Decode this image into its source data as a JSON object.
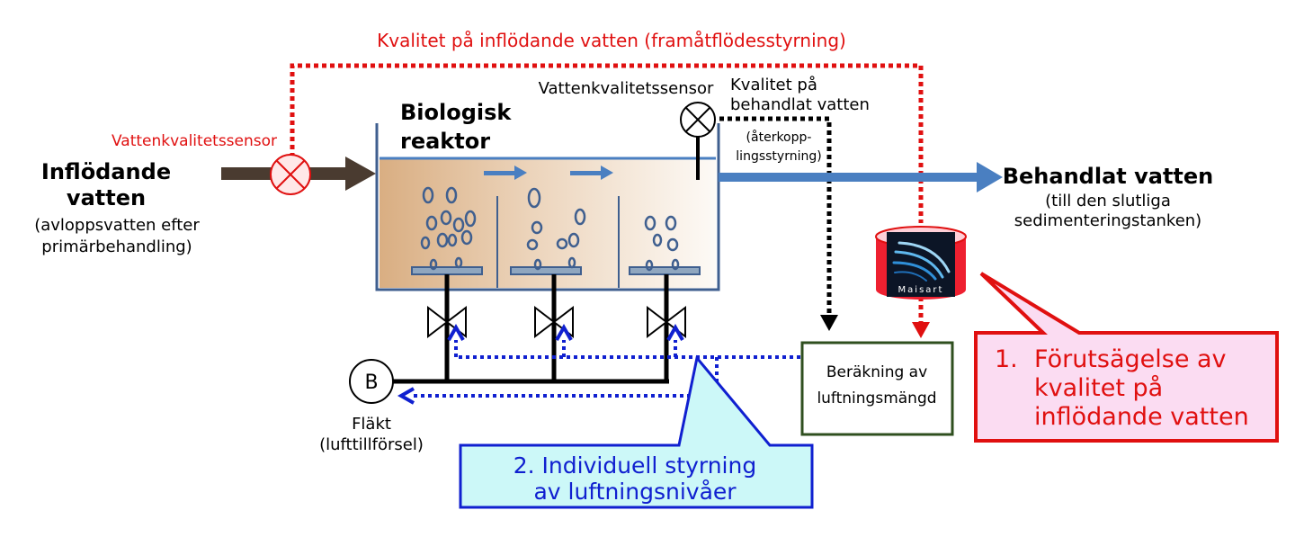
{
  "diagram": {
    "feedforward_label": "Kvalitet på inflödande vatten (framåtflödesstyrning)",
    "inlet_sensor_label": "Vattenkvalitetssensor",
    "influent": {
      "title_line1": "Inflödande",
      "title_line2": "vatten",
      "note_line1": "(avloppsvatten efter",
      "note_line2": "primärbehandling)"
    },
    "reactor": {
      "title_line1": "Biologisk",
      "title_line2": "reaktor"
    },
    "outlet_sensor_label": "Vattenkvalitetssensor",
    "feedback": {
      "line1": "Kvalitet på",
      "line2": "behandlat vatten",
      "note_line1": "(återkopp-",
      "note_line2": "lingsstyrning)"
    },
    "effluent": {
      "title": "Behandlat vatten",
      "note_line1": "(till den slutliga",
      "note_line2": "sedimenteringstanken)"
    },
    "maisart_logo_text": "Maisart",
    "calc_box": {
      "line1": "Beräkning av",
      "line2": "luftningsmängd"
    },
    "blower": {
      "symbol": "B",
      "label_line1": "Fläkt",
      "label_line2": "(lufttillförsel)"
    },
    "callout_blue": {
      "line1": "2. Individuell styrning",
      "line2": "av luftningsnivåer"
    },
    "callout_red": {
      "number": "1.",
      "line1": "Förutsägelse av",
      "line2": "kvalitet på",
      "line3": "inflödande vatten"
    },
    "colors": {
      "red": "#e01010",
      "blue": "#1020d0",
      "pipe_blue": "#4a7fc1",
      "pipe_brown": "#4a3b30",
      "calc_border": "#2f4f1f",
      "callout_blue_fill": "#ccf8f8",
      "callout_red_fill": "#fbdcf2"
    }
  }
}
